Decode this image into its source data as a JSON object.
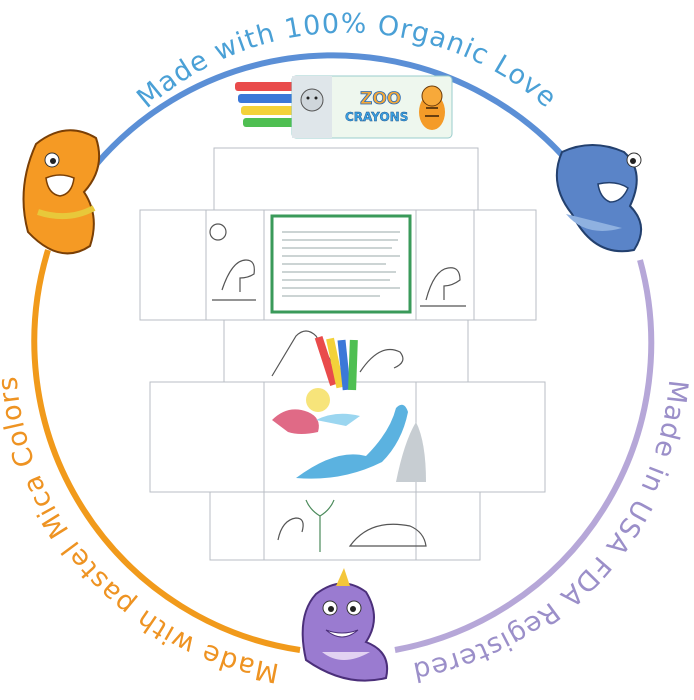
{
  "arc_labels": {
    "top": "Made with 100% Organic Love",
    "left": "Made with pastel Mica Colors",
    "right": "Made in USA FDA Registered"
  },
  "crayon_box": {
    "brand_line1": "ZOO",
    "brand_line2": "CRAYONS"
  },
  "colors": {
    "ring_blue": "#5b8fd6",
    "ring_orange": "#f19a1b",
    "ring_purple": "#b6a7d8",
    "text_blue": "#4aa0d6",
    "text_orange": "#ee9322",
    "text_purple": "#9b8fc9"
  }
}
